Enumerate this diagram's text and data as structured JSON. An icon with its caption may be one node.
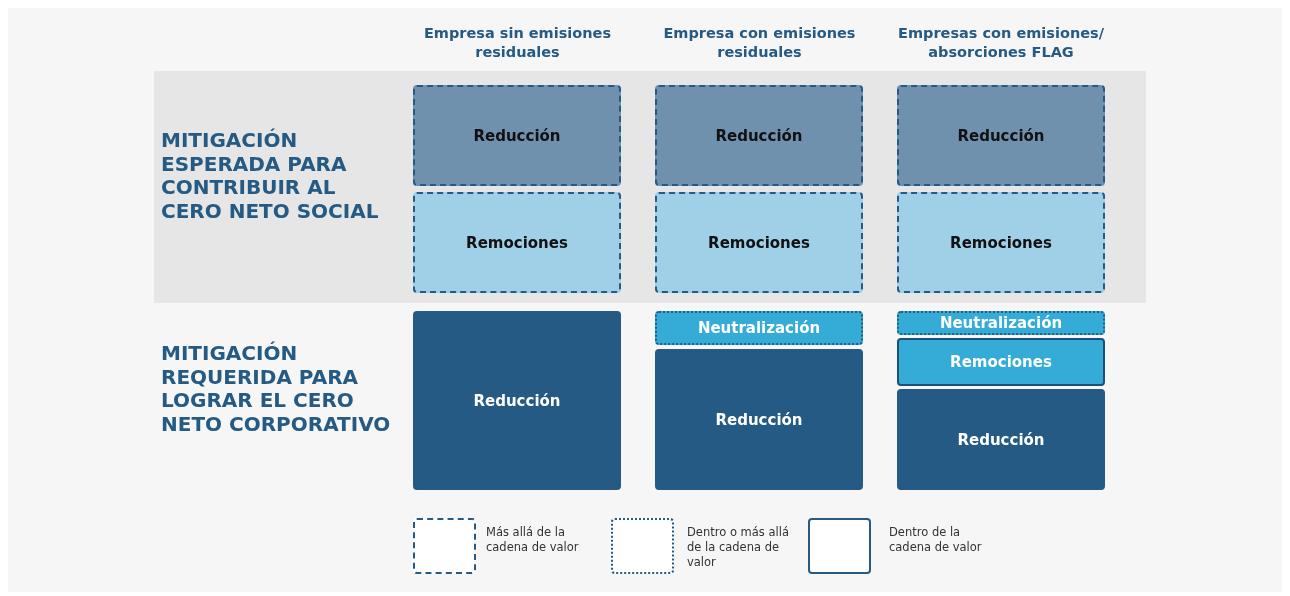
{
  "diagram": {
    "nodes": [
      {
        "text": [
          "MITIGACIÓN ESPERADA PARA CONTRIBUIR AL CERO NETO SOCIAL"
        ]
      },
      {
        "text": [
          "Reducción"
        ],
        "in": 0
      },
      {
        "text": [
          "Remociones"
        ],
        "in": 0
      },
      {
        "text": [
          "Reducción"
        ],
        "in": 0
      },
      {
        "text": [
          "Remociones"
        ],
        "in": 0
      },
      {
        "text": [
          "Reducción"
        ],
        "in": 0
      },
      {
        "text": [
          "Remociones"
        ],
        "in": 0
      },
      {
        "text": [
          "Reducción"
        ]
      },
      {
        "text": [
          "Neutralización"
        ]
      },
      {
        "text": [
          "Reducción"
        ]
      },
      {
        "text": [
          "Neutralización"
        ]
      },
      {
        "text": [
          "Remociones"
        ]
      },
      {
        "text": [
          "Reducción"
        ]
      }
    ],
    "labels": [
      "Empresa sin emisiones residuales",
      "Empresa con emisiones residuales",
      "Empresas con emisiones/ absorciones FLAG",
      "MITIGACIÓN REQUERIDA PARA LOGRAR EL CERO NETO CORPORATIVO"
    ],
    "legend": [
      {
        "text": "Más allá de la cadena de valor"
      },
      {
        "text": "Dentro o más allá de la cadena de valor"
      },
      {
        "text": "Dentro de la cadena de valor"
      }
    ]
  }
}
